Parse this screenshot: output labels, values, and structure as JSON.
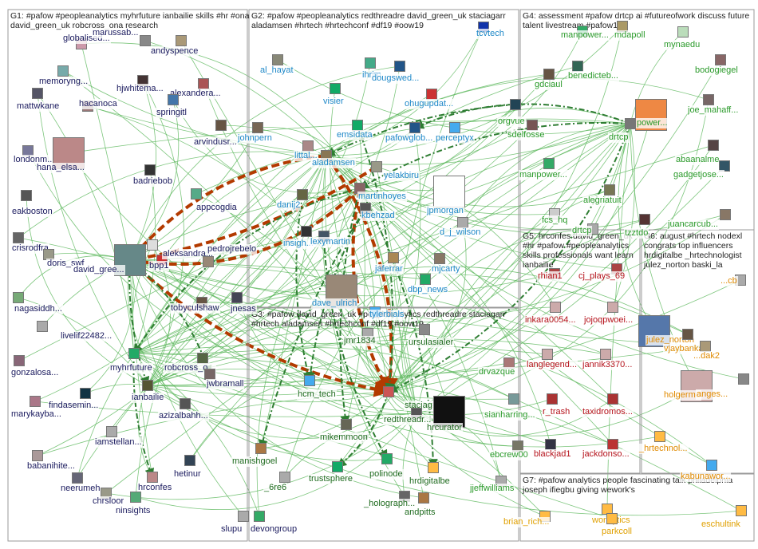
{
  "colors": {
    "g1": "#1a1a5e",
    "g2": "#1e88c8",
    "g3": "#1f6b1f",
    "g4": "#2a9a2a",
    "g5": "#b5121b",
    "g6": "#e08a00",
    "g7": "#e0a000",
    "edge": "#5cb85c",
    "heavy_edge": "#b33a00",
    "dark_edge": "#2e7d32"
  },
  "groups": [
    {
      "id": "g1",
      "title": "G1: #pafow #peopleanalytics myhrfuture ianbailie skills #hr #ona david_green_uk robcross_ona research"
    },
    {
      "id": "g2",
      "title": "G2: #pafow #peopleanalytics redthreadre david_green_uk staciagarr aladamsen #hrtech #hrtechconf #df19 #oow19"
    },
    {
      "id": "g3",
      "title": "G3: #pafow david_green_uk #peopleanalytics redthreadre staciagarr #hrtech aladamsen #hrtechconf #df19 #oow19"
    },
    {
      "id": "g4",
      "title": "G4: assessment #pafow drtcp ai #futureofwork discuss future talent livestream #pafow19"
    },
    {
      "id": "g5",
      "title": "G5: hrconfes david_green_uk #hr #pafow #peopleanalytics skills professionals want learn ianbailie"
    },
    {
      "id": "g6",
      "title": "G6: august #hrtech nodexl congrats top influencers hrdigitalbe _hrtechnologist julez_norton baski_la"
    },
    {
      "id": "g7",
      "title": "G7: #pafow analytics people fascinating talk philadelphia joseph ifiegbu giving wework's"
    }
  ],
  "nodes": [
    {
      "id": "globalised",
      "label": "globalised...",
      "g": "g1"
    },
    {
      "id": "marussab",
      "label": "marussab...",
      "g": "g1"
    },
    {
      "id": "andyspence",
      "label": "andyspence",
      "g": "g1"
    },
    {
      "id": "memoryng",
      "label": "memoryng...",
      "g": "g1"
    },
    {
      "id": "mattwkane",
      "label": "mattwkane",
      "g": "g1"
    },
    {
      "id": "hjwhitema",
      "label": "hjwhitema...",
      "g": "g1"
    },
    {
      "id": "alexandera",
      "label": "alexandera...",
      "g": "g1"
    },
    {
      "id": "hacanoca",
      "label": "hacanoca",
      "g": "g1"
    },
    {
      "id": "springitl",
      "label": "springitl",
      "g": "g1"
    },
    {
      "id": "arvindusr",
      "label": "arvindusr...",
      "g": "g1"
    },
    {
      "id": "londonm",
      "label": "londonm...",
      "g": "g1"
    },
    {
      "id": "hana_elsa",
      "label": "hana_elsa...",
      "g": "g1"
    },
    {
      "id": "badriebob",
      "label": "badriebob",
      "g": "g1"
    },
    {
      "id": "eakboston",
      "label": "eakboston",
      "g": "g1"
    },
    {
      "id": "appcogdia",
      "label": "appcogdia",
      "g": "g1"
    },
    {
      "id": "crisrodfra",
      "label": "crisrodfra",
      "g": "g1"
    },
    {
      "id": "doris_swf",
      "label": "doris_swf",
      "g": "g1"
    },
    {
      "id": "david_green",
      "label": "david_gree...",
      "g": "g1"
    },
    {
      "id": "aleksandra",
      "label": "aleksandra...",
      "g": "g1"
    },
    {
      "id": "pedrojrebelo",
      "label": "pedrojrebelo",
      "g": "g1"
    },
    {
      "id": "bpp1",
      "label": "bpp1",
      "g": "g1"
    },
    {
      "id": "nagasiddh",
      "label": "nagasiddh...",
      "g": "g1"
    },
    {
      "id": "tobyculshaw",
      "label": "tobyculshaw",
      "g": "g1"
    },
    {
      "id": "jnesas",
      "label": "jnesas",
      "g": "g1"
    },
    {
      "id": "livelif22482",
      "label": "livelif22482...",
      "g": "g1"
    },
    {
      "id": "gonzalosa",
      "label": "gonzalosa...",
      "g": "g1"
    },
    {
      "id": "myhrfuture",
      "label": "myhrfuture",
      "g": "g1"
    },
    {
      "id": "robcross",
      "label": "robcross_o...",
      "g": "g1"
    },
    {
      "id": "jwbramall",
      "label": "jwbramall",
      "g": "g1"
    },
    {
      "id": "findasemin",
      "label": "findasemin...",
      "g": "g1"
    },
    {
      "id": "ianbailie",
      "label": "ianbailie",
      "g": "g1"
    },
    {
      "id": "marykayba",
      "label": "marykayba...",
      "g": "g1"
    },
    {
      "id": "azizalbahh",
      "label": "azizalbahh...",
      "g": "g1"
    },
    {
      "id": "iamstellan",
      "label": "iamstellan...",
      "g": "g1"
    },
    {
      "id": "babanihite",
      "label": "babanihite...",
      "g": "g1"
    },
    {
      "id": "hetinur",
      "label": "hetinur",
      "g": "g1"
    },
    {
      "id": "neerumeh",
      "label": "neerumeh",
      "g": "g1"
    },
    {
      "id": "hrconfes",
      "label": "hrconfes",
      "g": "g1"
    },
    {
      "id": "chrsloor",
      "label": "chrsloor",
      "g": "g1"
    },
    {
      "id": "ninsights",
      "label": "ninsights",
      "g": "g1"
    },
    {
      "id": "slupu",
      "label": "slupu",
      "g": "g1"
    },
    {
      "id": "devongroup",
      "label": "devongroup",
      "g": "g1"
    },
    {
      "id": "tcvtech",
      "label": "tcvtech",
      "g": "g2"
    },
    {
      "id": "al_hayat",
      "label": "al_hayat",
      "g": "g2"
    },
    {
      "id": "ihrim",
      "label": "ihrim",
      "g": "g2"
    },
    {
      "id": "dougswed",
      "label": "dougswed...",
      "g": "g2"
    },
    {
      "id": "visier",
      "label": "visier",
      "g": "g2"
    },
    {
      "id": "ohugupdat",
      "label": "ohugupdat...",
      "g": "g2"
    },
    {
      "id": "johnpern",
      "label": "johnpern",
      "g": "g2"
    },
    {
      "id": "emsidata",
      "label": "emsidata",
      "g": "g2"
    },
    {
      "id": "pafowglob",
      "label": "pafowglob...",
      "g": "g2"
    },
    {
      "id": "perceptyx",
      "label": "perceptyx",
      "g": "g2"
    },
    {
      "id": "littal",
      "label": "littal...",
      "g": "g2"
    },
    {
      "id": "aladamsen",
      "label": "aladamsen",
      "g": "g2"
    },
    {
      "id": "yelakbiru",
      "label": "yelakbiru",
      "g": "g2"
    },
    {
      "id": "martinhoyes",
      "label": "martinhoyes",
      "g": "g2"
    },
    {
      "id": "jpmorgan",
      "label": "jpmorgan",
      "g": "g2"
    },
    {
      "id": "danij2",
      "label": "danij2",
      "g": "g2"
    },
    {
      "id": "kbehzad",
      "label": "kbehzad",
      "g": "g2"
    },
    {
      "id": "d_j_wilson",
      "label": "d_j_wilson",
      "g": "g2"
    },
    {
      "id": "insigh",
      "label": "insigh...",
      "g": "g2"
    },
    {
      "id": "lexymartin",
      "label": "lexymartin",
      "g": "g2"
    },
    {
      "id": "jaferrar",
      "label": "jaferrar",
      "g": "g2"
    },
    {
      "id": "mjcarty",
      "label": "mjcarty",
      "g": "g2"
    },
    {
      "id": "dbp_news",
      "label": "dbp_news",
      "g": "g2"
    },
    {
      "id": "dave_ulrich",
      "label": "dave_ulrich",
      "g": "g2"
    },
    {
      "id": "tylerbials",
      "label": "tylerbials",
      "g": "g2"
    },
    {
      "id": "jmr1834",
      "label": "jmr1834",
      "g": "g3"
    },
    {
      "id": "ursulasialer",
      "label": "ursulasialer",
      "g": "g3"
    },
    {
      "id": "hcm_tech",
      "label": "hcm_tech",
      "g": "g3"
    },
    {
      "id": "staciag",
      "label": "staciag...",
      "g": "g3"
    },
    {
      "id": "redthreadr",
      "label": "redthreadr...",
      "g": "g3"
    },
    {
      "id": "hrcurator",
      "label": "hrcurator",
      "g": "g3"
    },
    {
      "id": "mikemmoon",
      "label": "mikemmoon",
      "g": "g3"
    },
    {
      "id": "manishgoel",
      "label": "manishgoel",
      "g": "g3"
    },
    {
      "id": "trustsphere",
      "label": "trustsphere",
      "g": "g3"
    },
    {
      "id": "polinode",
      "label": "polinode",
      "g": "g3"
    },
    {
      "id": "hrdigitalbe",
      "label": "hrdigitalbe",
      "g": "g3"
    },
    {
      "id": "6re6",
      "label": "_6re6",
      "g": "g3"
    },
    {
      "id": "holograph",
      "label": "_holograph...",
      "g": "g3"
    },
    {
      "id": "andpitts",
      "label": "andpitts",
      "g": "g3"
    },
    {
      "id": "manpower1",
      "label": "manpower...",
      "g": "g4"
    },
    {
      "id": "mdapoll",
      "label": "mdapoll",
      "g": "g4"
    },
    {
      "id": "mynaedu",
      "label": "mynaedu",
      "g": "g4"
    },
    {
      "id": "gdciaul",
      "label": "gdciaul",
      "g": "g4"
    },
    {
      "id": "benedicteb",
      "label": "benedicteb...",
      "g": "g4"
    },
    {
      "id": "bodogiegel",
      "label": "bodogiegel",
      "g": "g4"
    },
    {
      "id": "joe_mahaff",
      "label": "joe_mahaff...",
      "g": "g4"
    },
    {
      "id": "orgvue",
      "label": "orgvue",
      "g": "g4"
    },
    {
      "id": "sdelfosse",
      "label": "sdelfosse",
      "g": "g4"
    },
    {
      "id": "power",
      "label": "power...",
      "g": "g4"
    },
    {
      "id": "drtcp",
      "label": "drtcp",
      "g": "g4"
    },
    {
      "id": "abaanalme",
      "label": "abaanalme...",
      "g": "g4"
    },
    {
      "id": "manpower2",
      "label": "manpower...",
      "g": "g4"
    },
    {
      "id": "gadgetjose",
      "label": "gadgetjose...",
      "g": "g4"
    },
    {
      "id": "alegriatuit",
      "label": "alegriatuit",
      "g": "g4"
    },
    {
      "id": "juancarcub",
      "label": "juancarcub...",
      "g": "g4"
    },
    {
      "id": "fcs_hq",
      "label": "fcs_hq",
      "g": "g4"
    },
    {
      "id": "tzztdo",
      "label": "tzztdo",
      "g": "g4"
    },
    {
      "id": "drtcp_sub",
      "label": "drtcp",
      "g": "g4"
    },
    {
      "id": "sianharring",
      "label": "sianharring...",
      "g": "g4"
    },
    {
      "id": "drvazque",
      "label": "drvazque",
      "g": "g4"
    },
    {
      "id": "ebcrew00",
      "label": "ebcrew00",
      "g": "g4"
    },
    {
      "id": "jjeffwilliams",
      "label": "jjeffwilliams",
      "g": "g4"
    },
    {
      "id": "rhian1",
      "label": "rhian1",
      "g": "g5"
    },
    {
      "id": "cj_plays_69",
      "label": "cj_plays_69",
      "g": "g5"
    },
    {
      "id": "inkara0054",
      "label": "inkara0054...",
      "g": "g5"
    },
    {
      "id": "jojoqpwoei",
      "label": "jojoqpwoei...",
      "g": "g5"
    },
    {
      "id": "langlegend",
      "label": "langlegend...",
      "g": "g5"
    },
    {
      "id": "jannik3370",
      "label": "jannik3370...",
      "g": "g5"
    },
    {
      "id": "r_trash",
      "label": "r_trash",
      "g": "g5"
    },
    {
      "id": "taxidromos",
      "label": "taxidromos...",
      "g": "g5"
    },
    {
      "id": "blackjad1",
      "label": "blackjad1",
      "g": "g5"
    },
    {
      "id": "jackdonso",
      "label": "jackdonso...",
      "g": "g5"
    },
    {
      "id": "cb",
      "label": "...cb",
      "g": "g6"
    },
    {
      "id": "julez_norton",
      "label": "julez_norton",
      "g": "g6"
    },
    {
      "id": "vjaybankar",
      "label": "vjaybankar",
      "g": "g6"
    },
    {
      "id": "dak2",
      "label": "...dak2",
      "g": "g6"
    },
    {
      "id": "holgermu",
      "label": "holgermu",
      "g": "g6"
    },
    {
      "id": "anges",
      "label": "anges...",
      "g": "g6"
    },
    {
      "id": "hrtechnol",
      "label": "_hrtechnol...",
      "g": "g6"
    },
    {
      "id": "kabunawor",
      "label": "kabunawor...",
      "g": "g6"
    },
    {
      "id": "brian_rich",
      "label": "brian_rich...",
      "g": "g7"
    },
    {
      "id": "worklytics",
      "label": "worklytics",
      "g": "g7"
    },
    {
      "id": "parkcoll",
      "label": "parkcoll",
      "g": "g7"
    },
    {
      "id": "eschultink",
      "label": "eschultink",
      "g": "g7"
    }
  ]
}
